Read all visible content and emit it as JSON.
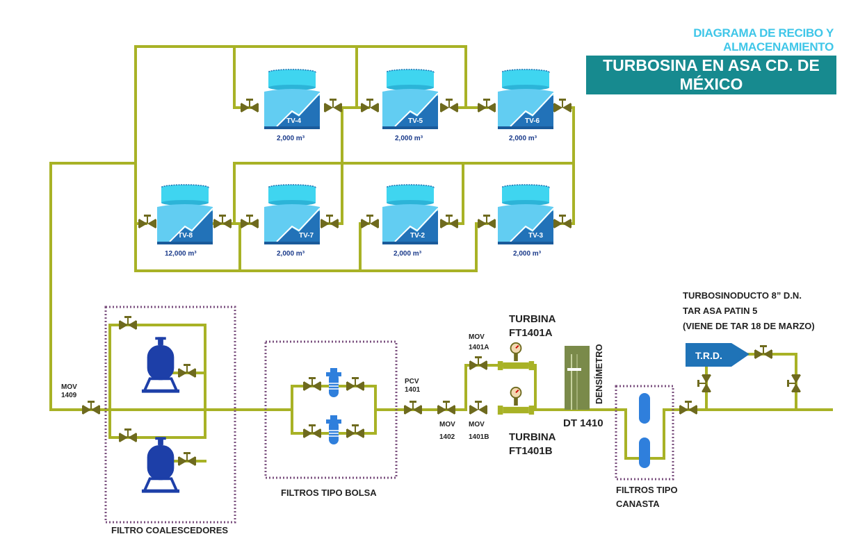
{
  "title": {
    "line1": "DIAGRAMA DE RECIBO Y ALMACENAMIENTO",
    "line2": "TURBOSINA EN ASA CD. DE MÉXICO"
  },
  "tanks": [
    {
      "id": "TV-4",
      "capacity": "2,000 m³"
    },
    {
      "id": "TV-5",
      "capacity": "2,000 m³"
    },
    {
      "id": "TV-6",
      "capacity": "2,000 m³"
    },
    {
      "id": "TV-8",
      "capacity": "12,000 m³"
    },
    {
      "id": "TV-7",
      "capacity": "2,000 m³"
    },
    {
      "id": "TV-2",
      "capacity": "2,000 m³"
    },
    {
      "id": "TV-3",
      "capacity": "2,000 m³"
    }
  ],
  "valves": {
    "mov1409": [
      "MOV",
      "1409"
    ],
    "pcv1401": [
      "PCV",
      "1401"
    ],
    "mov1402": [
      "MOV",
      "1402"
    ],
    "mov1401a": [
      "MOV",
      "1401A"
    ],
    "mov1401b": [
      "MOV",
      "1401B"
    ]
  },
  "labels": {
    "turbina_a": [
      "TURBINA",
      "FT1401A"
    ],
    "turbina_b": [
      "TURBINA",
      "FT1401B"
    ],
    "densimetro": "DENSÍMETRO",
    "dt": "DT 1410",
    "filtro_coalescedores": "FILTRO COALESCEDORES",
    "filtros_bolsa": "FILTROS TIPO BOLSA",
    "filtros_canasta": [
      "FILTROS TIPO",
      "CANASTA"
    ],
    "turbosinoducto": [
      "TURBOSINODUCTO 8” D.N.",
      "TAR ASA PATIN 5",
      "(VIENE DE TAR 18 DE MARZO)"
    ],
    "trd": "T.R.D."
  },
  "colors": {
    "pipe": "#a8b226",
    "valve": "#6e6a1e",
    "tank_top": "#3fd5f0",
    "tank_body": "#5ac8f0",
    "tank_dark": "#2272b8",
    "title_accent": "#3fc6e8",
    "title_bar": "#178a8f",
    "filter_box": "#7a4f7e",
    "trd_arrow": "#1f73b7"
  }
}
